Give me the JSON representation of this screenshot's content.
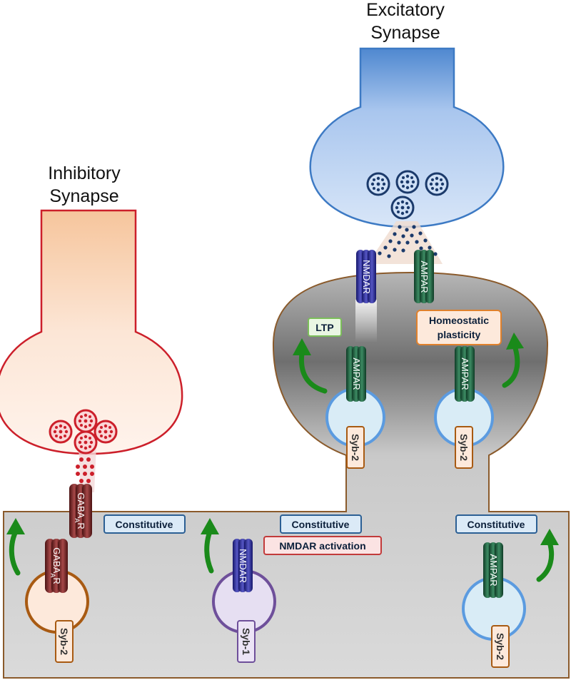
{
  "titles": {
    "inhibitory_line1": "Inhibitory",
    "inhibitory_line2": "Synapse",
    "excitatory_line1": "Excitatory",
    "excitatory_line2": "Synapse"
  },
  "receptors": {
    "nmdar": "NMDAR",
    "ampar": "AMPAR",
    "gabaar_main": "GABA",
    "gabaar_sub": "A",
    "gabaar_tail": "R"
  },
  "labels": {
    "ltp": "LTP",
    "homeostatic_line1": "Homeostatic",
    "homeostatic_line2": "plasticity",
    "constitutive": "Constitutive",
    "nmdar_activation": "NMDAR activation"
  },
  "synaptobrevins": {
    "syb2": "Syb-2",
    "syb1": "Syb-1"
  },
  "colors": {
    "inhibitory_red": "#cc1f2a",
    "excitatory_blue": "#3d7ac4",
    "ampar_green": "#1f5a3e",
    "nmdar_navy": "#2b2d8f",
    "gaba_maroon": "#7a2828",
    "arrow_green": "#1a8a1a",
    "dendrite_gray": "#d9d9d9",
    "outline_brown": "#8a5a2b"
  }
}
